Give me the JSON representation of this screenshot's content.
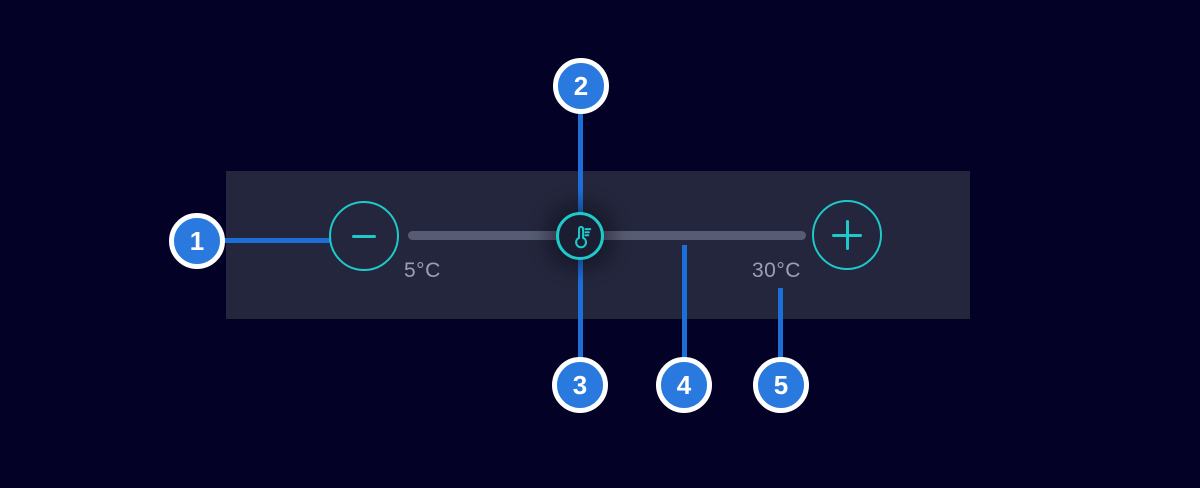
{
  "colors": {
    "background": "#030226",
    "panel": "#24263D",
    "teal": "#1FC9C9",
    "track": "#575C74",
    "label": "#9AA0B4",
    "badge": "#2A79DF",
    "line": "#1D6FD8",
    "handle_fill": "#1B1E33",
    "badge_ring": "#FFFFFF",
    "badge_text": "#FFFFFF"
  },
  "slider": {
    "min_label": "5°C",
    "max_label": "30°C",
    "icons": {
      "decrease": "minus-icon",
      "increase": "plus-icon",
      "handle": "thermometer-icon"
    }
  },
  "callouts": [
    {
      "number": "1"
    },
    {
      "number": "2"
    },
    {
      "number": "3"
    },
    {
      "number": "4"
    },
    {
      "number": "5"
    }
  ]
}
